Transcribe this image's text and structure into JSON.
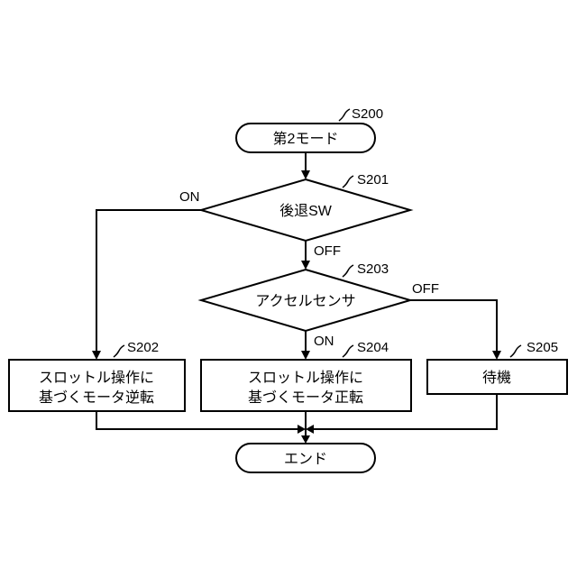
{
  "steps": {
    "s200": {
      "id": "S200",
      "text": "第2モード"
    },
    "s201": {
      "id": "S201",
      "text": "後退SW"
    },
    "s202": {
      "id": "S202",
      "line1": "スロットル操作に",
      "line2": "基づくモータ逆転"
    },
    "s203": {
      "id": "S203",
      "text": "アクセルセンサ"
    },
    "s204": {
      "id": "S204",
      "line1": "スロットル操作に",
      "line2": "基づくモータ正転"
    },
    "s205": {
      "id": "S205",
      "text": "待機"
    },
    "end": {
      "text": "エンド"
    }
  },
  "branches": {
    "s201_on": "ON",
    "s201_off": "OFF",
    "s203_on": "ON",
    "s203_off": "OFF"
  }
}
